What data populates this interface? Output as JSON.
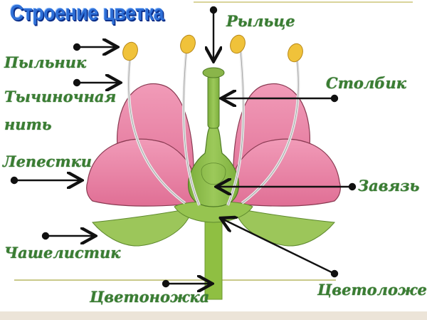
{
  "title": "Строение цветка",
  "labels": {
    "stigma": "Рыльце",
    "anther": "Пыльник",
    "filament_line1": "Тычиночная",
    "filament_line2": "нить",
    "style": "Столбик",
    "petals": "Лепестки",
    "ovary": "Завязь",
    "sepal": "Чашелистик",
    "receptacle": "Цветоложе",
    "pedicel": "Цветоножка"
  },
  "colors": {
    "title": "#2e6fd6",
    "label": "#3a7d33",
    "petal": "#e98aa8",
    "petal_edge": "#8a3a52",
    "green_part": "#8cbb4a",
    "anther": "#f0c23a",
    "arrow": "#111111"
  }
}
